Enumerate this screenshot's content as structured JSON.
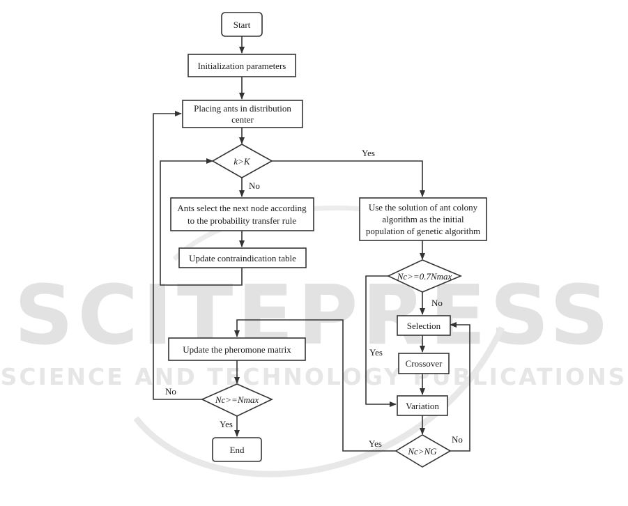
{
  "watermark": {
    "logo": "SCITEPRESS",
    "tagline": "SCIENCE AND TECHNOLOGY PUBLICATIONS"
  },
  "nodes": {
    "start": "Start",
    "init": "Initialization parameters",
    "placing": [
      "Placing ants in distribution",
      "center"
    ],
    "k_check": "k>K",
    "select": [
      "Ants select the next node according",
      "to the probability transfer rule"
    ],
    "contra": "Update contraindication table",
    "aco_solution": [
      "Use the solution of ant colony",
      "algorithm as the initial",
      "population of genetic algorithm"
    ],
    "nc_07": "Nc>=0.7Nmax",
    "selection": "Selection",
    "crossover": "Crossover",
    "variation": "Variation",
    "nc_ng": "Nc>NG",
    "pheromone": "Update the pheromone matrix",
    "nc_nmax": "Nc>=Nmax",
    "end": "End"
  },
  "edges": {
    "k_yes": "Yes",
    "k_no": "No",
    "nc07_no": "No",
    "nc07_yes": "Yes",
    "ncng_no": "No",
    "ncng_yes": "Yes",
    "ncnmax_no": "No",
    "ncnmax_yes": "Yes"
  }
}
